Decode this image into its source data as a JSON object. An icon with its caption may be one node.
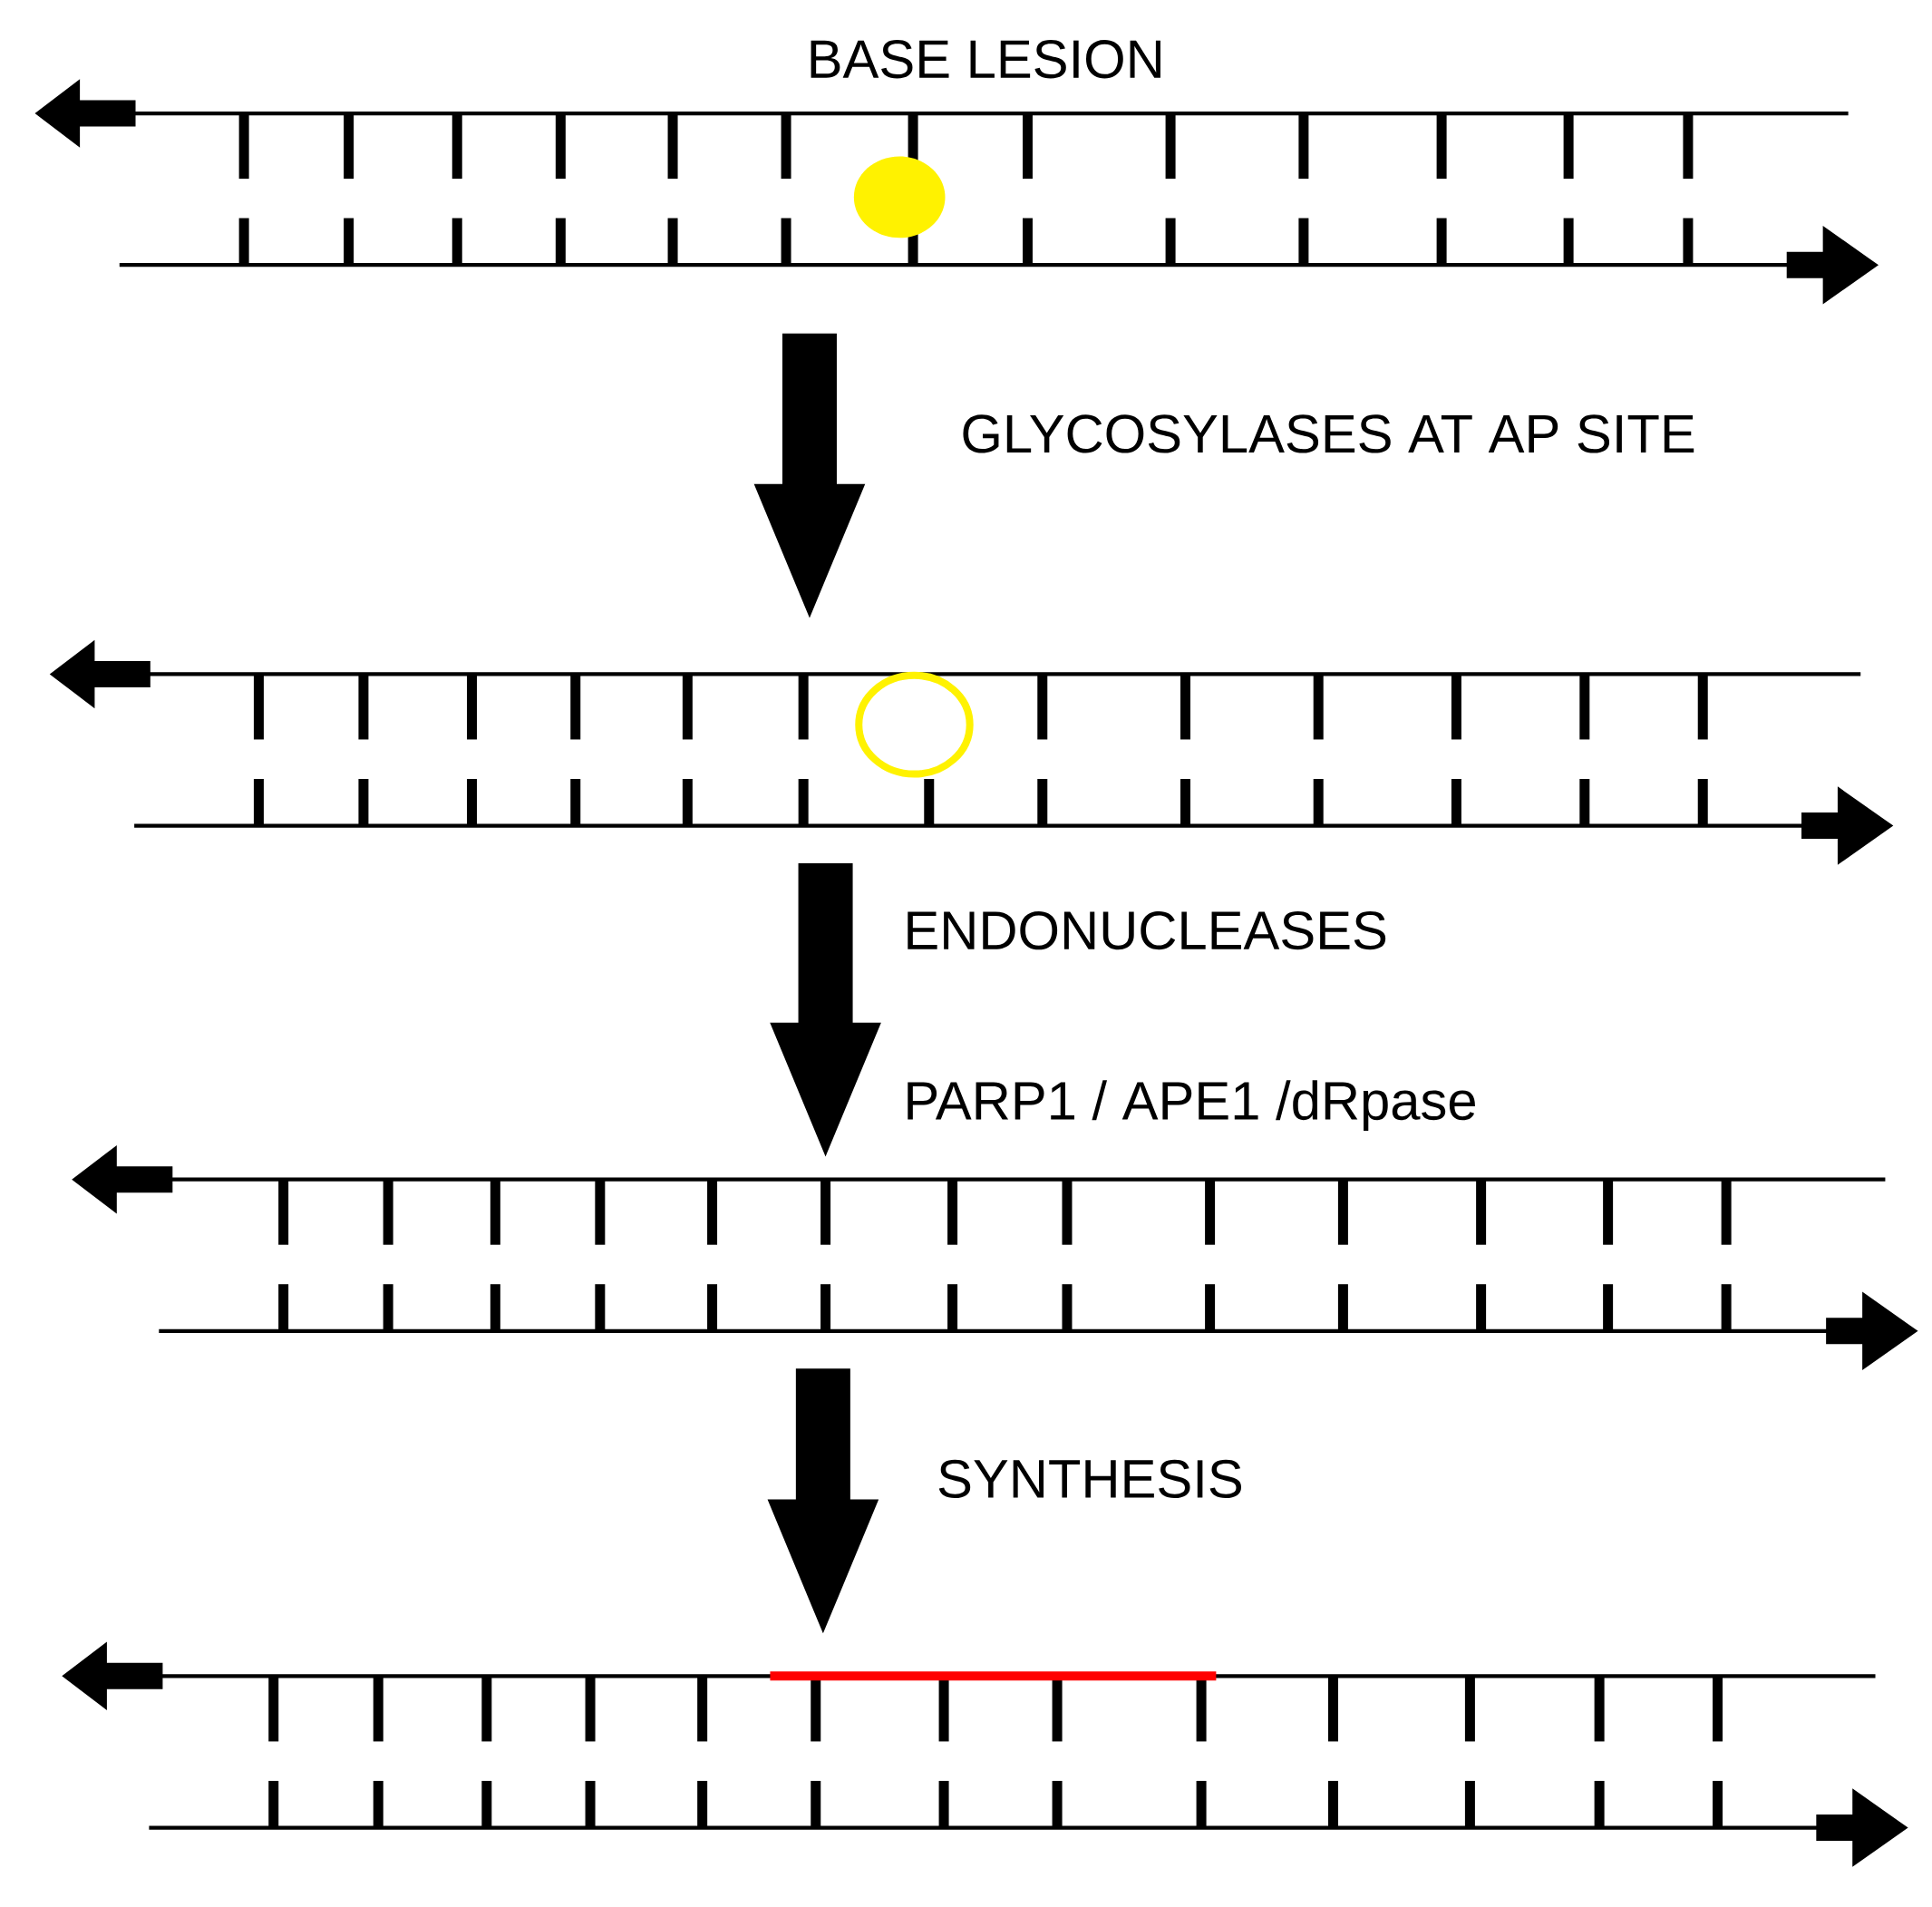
{
  "diagram": {
    "nodes": [
      {
        "text": [
          "BASE LESION"
        ]
      },
      {
        "text": [],
        "shape": "picture"
      },
      {
        "text": [],
        "shape": "picture"
      },
      {
        "text": [],
        "shape": "picture"
      }
    ],
    "edges": [
      {
        "from": 0,
        "to": 1,
        "arrow": "to",
        "label": "GLYCOSYLASES AT AP SITE"
      },
      {
        "from": 1,
        "to": 2,
        "arrow": "to",
        "label": "ENDONUCLEASES"
      },
      {
        "from": 2,
        "to": 3,
        "arrow": "to",
        "label": "SYNTHESIS"
      }
    ],
    "labels": [
      "PARP1 / APE1 /dRpase"
    ]
  }
}
